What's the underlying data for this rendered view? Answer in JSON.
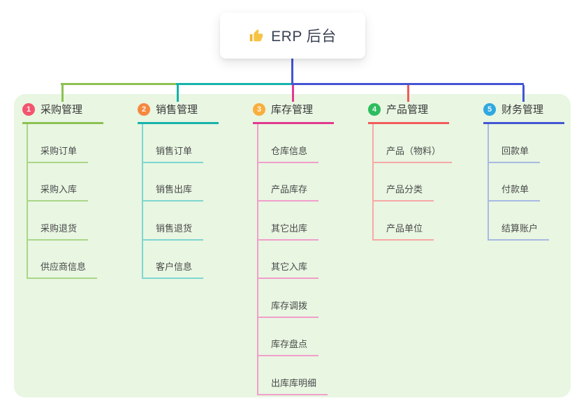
{
  "root": {
    "title": "ERP 后台",
    "icon": "thumbs-up"
  },
  "canvas": {
    "background": "#e8f6e2"
  },
  "connector_colors": {
    "stem_blue": "#4455d3",
    "left_green": "#8cc152",
    "mid_teal": "#16b3ab",
    "right_blue": "#4455d3"
  },
  "branches": [
    {
      "index": "1",
      "label": "采购管理",
      "color": "#8cc152",
      "sub_color": "#aad687",
      "badge_color": "#f4556e",
      "children": [
        "采购订单",
        "采购入库",
        "采购退货",
        "供应商信息"
      ]
    },
    {
      "index": "2",
      "label": "销售管理",
      "color": "#16b3ab",
      "sub_color": "#7fd6d0",
      "badge_color": "#f6883f",
      "children": [
        "销售订单",
        "销售出库",
        "销售退货",
        "客户信息"
      ]
    },
    {
      "index": "3",
      "label": "库存管理",
      "color": "#e2398f",
      "sub_color": "#f29eca",
      "badge_color": "#f9ae3d",
      "children": [
        "仓库信息",
        "产品库存",
        "其它出库",
        "其它入库",
        "库存调拨",
        "库存盘点",
        "出库库明细"
      ]
    },
    {
      "index": "4",
      "label": "产品管理",
      "color": "#f25b5b",
      "sub_color": "#f7a8a5",
      "badge_color": "#2dbd5e",
      "children": [
        "产品（物料）",
        "产品分类",
        "产品单位"
      ]
    },
    {
      "index": "5",
      "label": "财务管理",
      "color": "#4455d3",
      "sub_color": "#a9b9e2",
      "badge_color": "#30a8e0",
      "children": [
        "回款单",
        "付款单",
        "结算账户"
      ]
    }
  ]
}
